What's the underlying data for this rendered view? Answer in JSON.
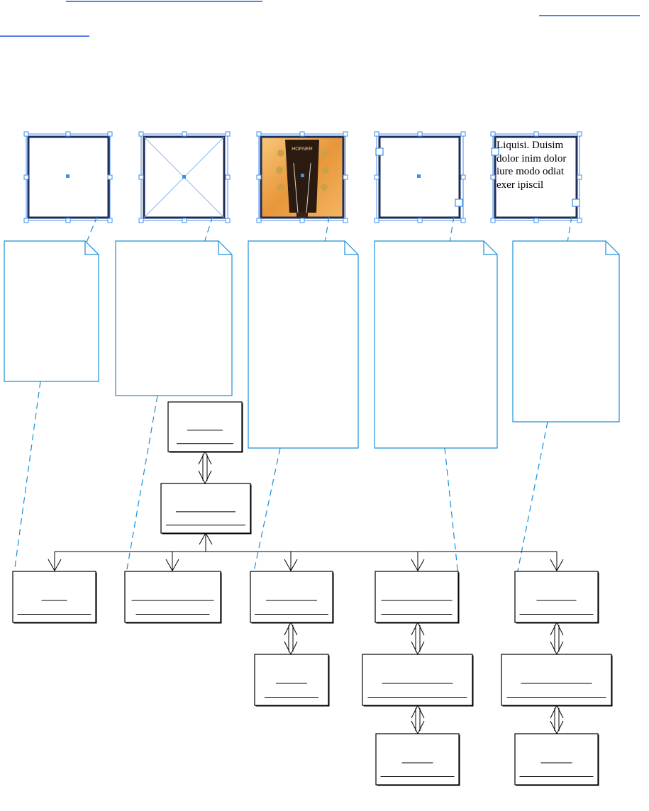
{
  "colors": {
    "link_blue": "#2255dd",
    "selection_blue": "#3d8ff0",
    "callout_blue": "#1a8fd8",
    "frame_border": "#1e2d5a",
    "box_border": "#000000"
  },
  "top_links": [
    "",
    ""
  ],
  "frames": [
    {
      "kind": "empty-frame-with-center-point"
    },
    {
      "kind": "placeholder-frame-crossed"
    },
    {
      "kind": "image-frame",
      "image": "guitar-headstock-photo",
      "brand_text": "HOFNER"
    },
    {
      "kind": "threaded-frame-with-ports"
    },
    {
      "kind": "text-frame",
      "text": "Liquisi. Duisim dolor inim dolor iure modo odiat exer ipiscil"
    }
  ],
  "callouts": [
    "",
    "",
    "",
    "",
    ""
  ],
  "hierarchy": {
    "root_box": "",
    "parent_box": "",
    "children": [
      "",
      "",
      "",
      "",
      ""
    ],
    "grandchildren": [
      "",
      "",
      ""
    ],
    "great_grandchildren": [
      "",
      ""
    ]
  }
}
